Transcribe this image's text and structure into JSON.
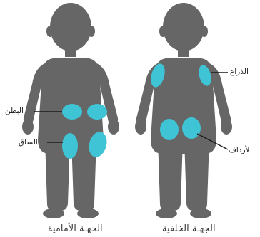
{
  "colors": {
    "silhouette": "#666666",
    "zone": "#3FC4D6",
    "line": "#1a1a1a"
  },
  "captions": {
    "front": "الجهـة الأمامية",
    "back": "الجهـة الخلفية"
  },
  "callouts": {
    "abdomen": "البطن",
    "leg": "الساق",
    "arm": "الذراع",
    "buttocks": "لأرداف"
  }
}
